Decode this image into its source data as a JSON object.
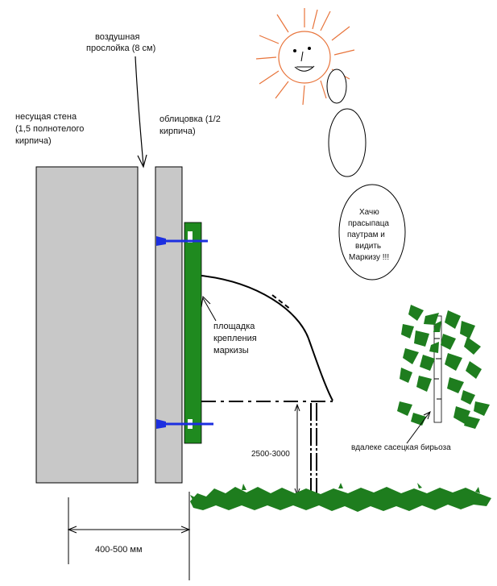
{
  "labels": {
    "air_gap": [
      "воздушная",
      "прослойка (8 см)"
    ],
    "load_wall": [
      "несущая стена",
      "(1,5 полнотелого",
      "кирпича)"
    ],
    "cladding": [
      "облицовка (1/2",
      "кирпича)"
    ],
    "mount_pad": [
      "площадка",
      "крепления",
      "маркизы"
    ],
    "height": "2500-3000",
    "width": "400-500 мм",
    "sun_speech": [
      "Хачю",
      "прасыпаца",
      "паутрам и",
      "видить",
      "Маркизу !!!"
    ],
    "birch": "вдалеке сасецкая бирьоза"
  },
  "colors": {
    "wall_gray": "#c8c8c8",
    "mount_green": "#1f8a1f",
    "grass_green": "#1e7d1e",
    "bolt_blue": "#1c2fe0",
    "sun_orange": "#e8743b",
    "outline": "#000000"
  }
}
